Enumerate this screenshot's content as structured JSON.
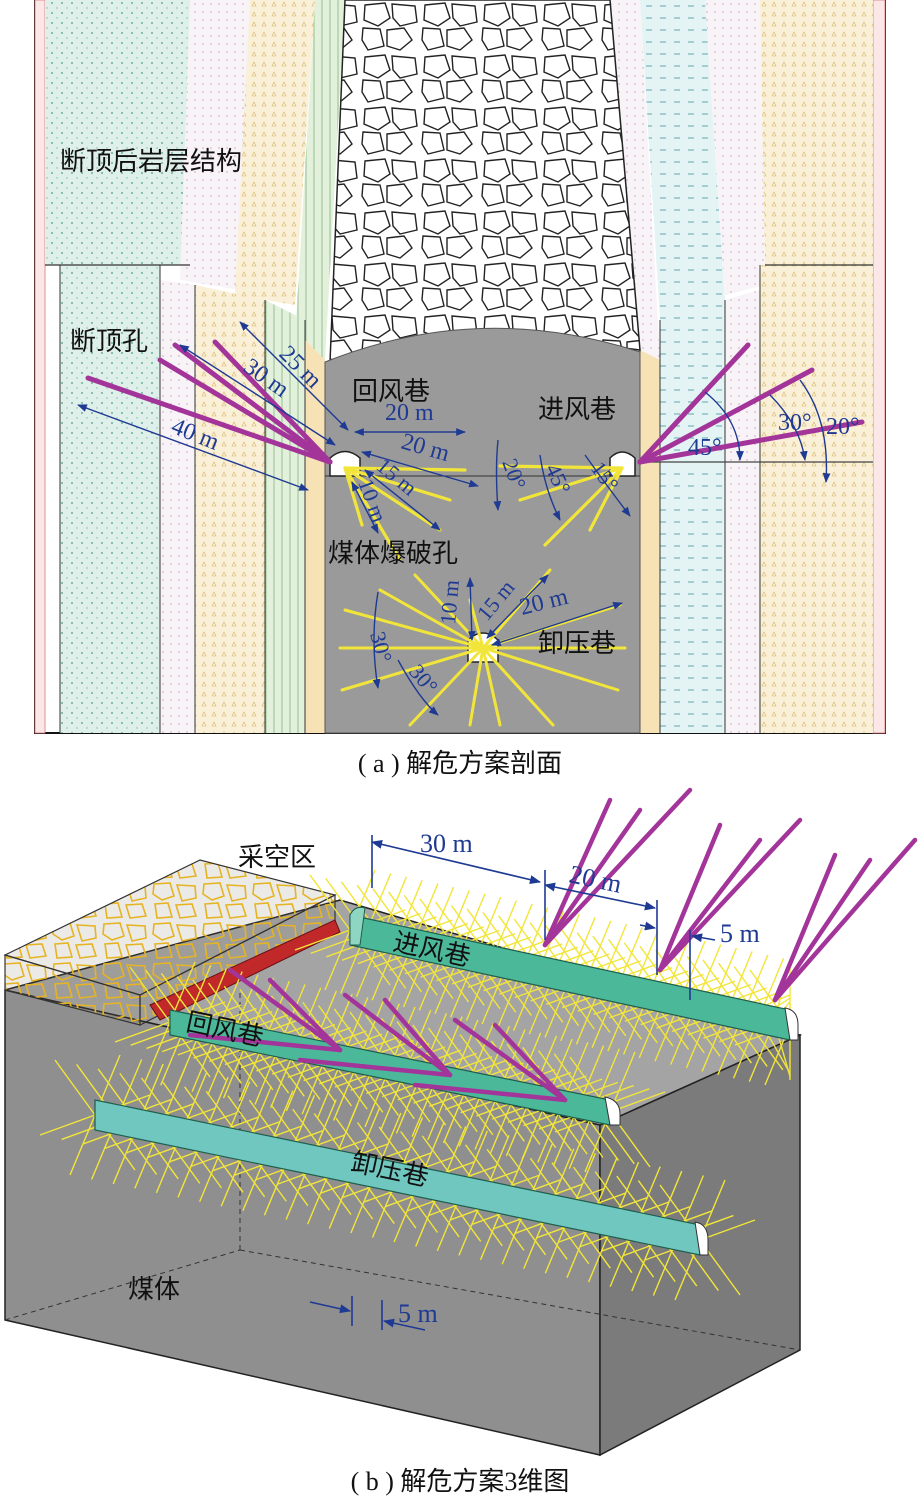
{
  "panel_a": {
    "caption": "( a ) 解危方案剖面",
    "labels": {
      "strata": "断顶后岩层结构",
      "roof_holes": "断顶孔",
      "return_airway": "回风巷",
      "intake_airway": "进风巷",
      "coal_blast_holes": "煤体爆破孔",
      "relief_roadway": "卸压巷"
    },
    "dimensions": {
      "d25": "25 m",
      "d30": "30 m",
      "d40": "40 m",
      "d20a": "20 m",
      "d20b": "20 m",
      "d15a": "15 m",
      "d10a": "10 m",
      "d10b": "10 m",
      "d15b": "15 m",
      "d20c": "20 m"
    },
    "angles": {
      "a45": "45°",
      "a30": "30°",
      "a20": "20°",
      "a20b": "20°",
      "a45b": "45°",
      "a15": "15°",
      "a30b": "30°",
      "a30c": "30°"
    }
  },
  "panel_b": {
    "caption": "( b ) 解危方案3维图",
    "labels": {
      "goaf": "采空区",
      "intake_airway": "进风巷",
      "return_airway": "回风巷",
      "relief_roadway": "卸压巷",
      "coal": "煤体"
    },
    "dimensions": {
      "d30": "30 m",
      "d20": "20 m",
      "d5a": "5 m",
      "d5b": "5 m"
    }
  },
  "colors": {
    "roof_hole": "#a3349a",
    "blast_hole": "#f2e53a",
    "dimension": "#1f3a93",
    "coal": "#9a9a9a",
    "roadway": "#4cb89a"
  }
}
